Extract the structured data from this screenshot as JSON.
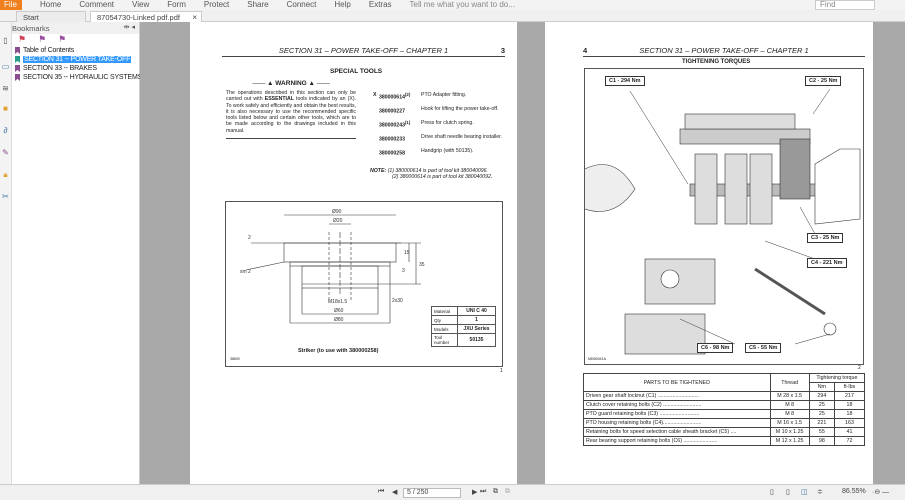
{
  "menu": {
    "file": "File",
    "items": [
      "Home",
      "Comment",
      "View",
      "Form",
      "Protect",
      "Share",
      "Connect",
      "Help",
      "Extras"
    ],
    "tell_me": "Tell me what you want to do...",
    "find_placeholder": "Find"
  },
  "tabs": [
    {
      "label": "Start"
    },
    {
      "label": "87054730-Linked pdf.pdf",
      "close": "×"
    }
  ],
  "bookmarks": {
    "title": "Bookmarks",
    "items": [
      {
        "label": "Table of Contents"
      },
      {
        "label": "SECTION 31 -- POWER TAKE-OFF",
        "selected": true
      },
      {
        "label": "SECTION 33 -- BRAKES"
      },
      {
        "label": "SECTION 35 -- HYDRAULIC SYSTEMS"
      }
    ]
  },
  "page3": {
    "header": "SECTION 31 – POWER TAKE-OFF – CHAPTER 1",
    "number": "3",
    "title": "SPECIAL TOOLS",
    "warning": "WARNING",
    "warning_text_1": "The operations described in this section can only be carried out with ",
    "warning_bold": "ESSENTIAL",
    "warning_text_2": " tools indicated by an (X). To work safely and efficiently and obtain the best results, it is also necessary to use the recommended specific tools listed below and certain other tools, which are to be made according to the drawings included in this manual.",
    "tools": [
      {
        "mark": "X",
        "code": "380000614",
        "sup": "(2)",
        "desc": "PTO Adapter fitting."
      },
      {
        "mark": "",
        "code": "380000227",
        "sup": "",
        "desc": "Hook for lifting the power take-off."
      },
      {
        "mark": "",
        "code": "380000243",
        "sup": "(1)",
        "desc": "Press for clutch spring."
      },
      {
        "mark": "",
        "code": "380000233",
        "sup": "",
        "desc": "Drive shaft needle bearing installer."
      },
      {
        "mark": "",
        "code": "380000258",
        "sup": "",
        "desc": "Handgrip (with 50135)."
      }
    ],
    "note_label": "NOTE:",
    "notes": [
      "(1) 380000614 is part of tool kit 380040096.",
      "(2) 380000614 is part of tool kit 380040092."
    ],
    "drawing": {
      "dims": [
        "Ø90",
        "Ø20",
        "2",
        "15",
        "35",
        "3",
        "sm 2",
        "2x30",
        "M18x1.5",
        "Ø60",
        "Ø80"
      ],
      "info": [
        [
          "Material",
          "UNI C 40"
        ],
        [
          "Qty",
          "1"
        ],
        [
          "Models",
          "JXU Series"
        ],
        [
          "Tool number",
          "50135"
        ]
      ],
      "caption": "Striker (to use with 380000258)",
      "code": "38809",
      "fig": "1"
    }
  },
  "page4": {
    "header": "SECTION 31 – POWER TAKE-OFF – CHAPTER 1",
    "number": "4",
    "title": "TIGHTENING TORQUES",
    "callouts": [
      "C1 - 294 Nm",
      "C2 - 25 Nm",
      "C3 - 25 Nm",
      "C4 - 221 Nm",
      "C6 - 98 Nm",
      "C5 - 55 Nm"
    ],
    "fig_code": "MDB0041A",
    "fig": "2",
    "table": {
      "headers": [
        "PARTS TO BE TIGHTENED",
        "Thread",
        "Tightening torque",
        "Nm",
        "ft·lbs"
      ],
      "rows": [
        [
          "Driven gear shaft locknut (C1) ............................",
          "M 28 x 1.5",
          "294",
          "217"
        ],
        [
          "Clutch cover retaining bolts (C2) ..........................",
          "M 8",
          "25",
          "18"
        ],
        [
          "PTO guard retaining bolts (C3) ...........................",
          "M 8",
          "25",
          "18"
        ],
        [
          "PTO housing retaining bolts (C4)..........................",
          "M 16 x 1.5",
          "221",
          "163"
        ],
        [
          "Retaining bolts for speed selection cable sheath bracket (C5) ....",
          "M 10 x 1.25",
          "55",
          "41"
        ],
        [
          "Rear bearing support retaining bolts (C6) .......................",
          "M 12 x 1.25",
          "98",
          "72"
        ]
      ]
    }
  },
  "statusbar": {
    "page": "5 / 250",
    "zoom": "86.55%"
  },
  "colors": {
    "file_tab": "#f07f1e",
    "selection": "#3399ff",
    "viewer_bg": "#a9a9a9"
  }
}
